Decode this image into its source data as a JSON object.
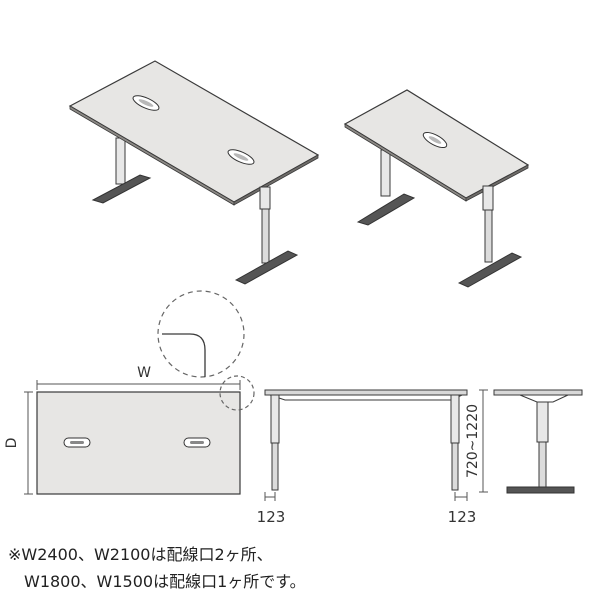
{
  "dimensions": {
    "width_label": "W",
    "depth_label": "D",
    "height_label": "720~1220",
    "leg_offset_left": "123",
    "leg_offset_right": "123"
  },
  "notes": {
    "line1": "※W2400、W2100は配線口2ヶ所、",
    "line2": "W1800、W1500は配線口1ヶ所です。"
  },
  "colors": {
    "top_fill": "#e7e6e4",
    "stroke": "#3a3a3a",
    "leg": "#dcdcdc"
  }
}
